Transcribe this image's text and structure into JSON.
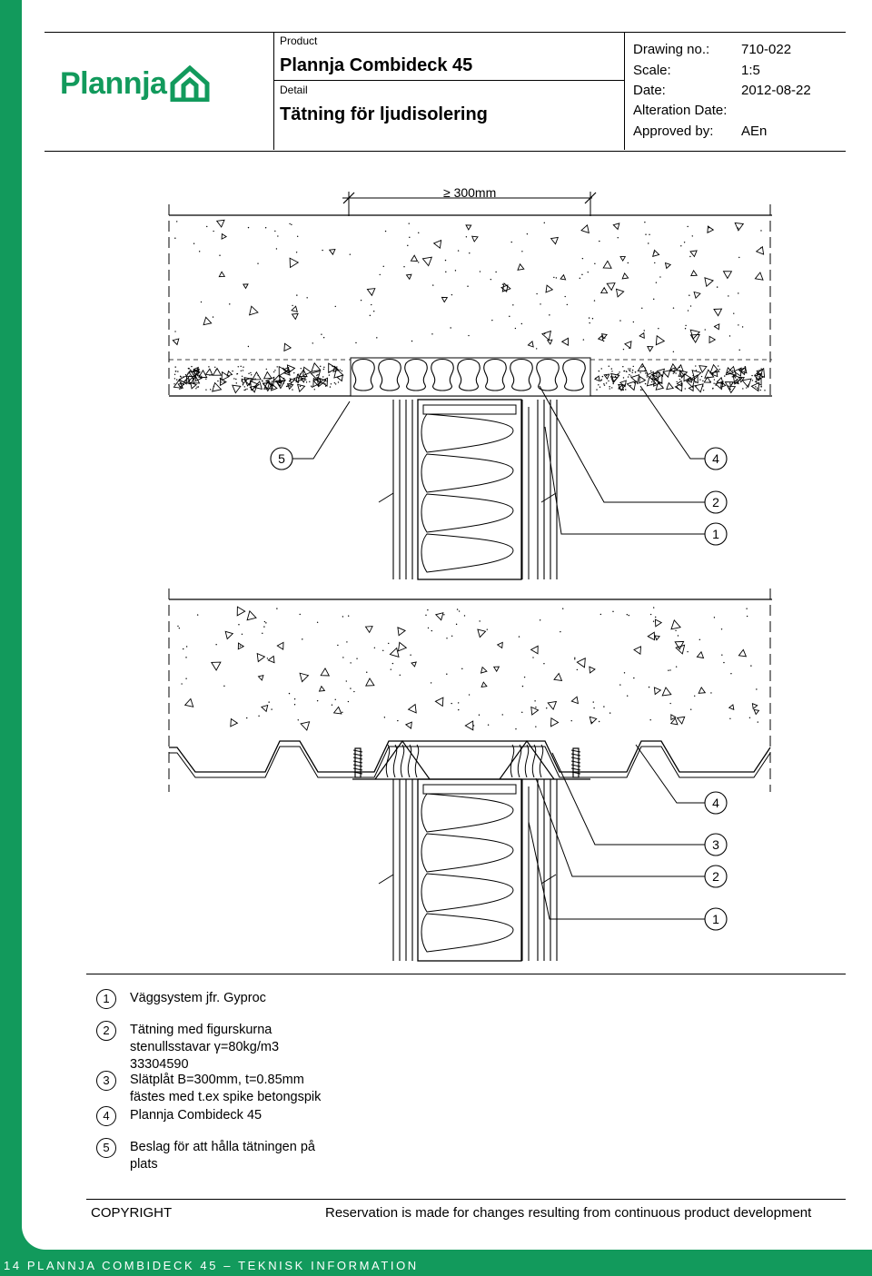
{
  "header": {
    "logo_text": "Plannja",
    "product_label": "Product",
    "product_name": "Plannja Combideck 45",
    "detail_label": "Detail",
    "detail_name": "Tätning för ljudisolering",
    "drawing_no_label": "Drawing no.:",
    "drawing_no": "710-022",
    "scale_label": "Scale:",
    "scale": "1:5",
    "date_label": "Date:",
    "date": "2012-08-22",
    "alteration_label": "Alteration Date:",
    "alteration": "",
    "approved_label": "Approved by:",
    "approved": "AEn"
  },
  "drawing": {
    "dimension": "≥ 300mm",
    "top_callouts": [
      "5",
      "4",
      "2",
      "1"
    ],
    "bottom_callouts": [
      "4",
      "3",
      "2",
      "1"
    ]
  },
  "legend": [
    {
      "num": "1",
      "lines": [
        "Väggsystem jfr. Gyproc"
      ]
    },
    {
      "num": "2",
      "lines": [
        "Tätning med figurskurna",
        "stenullsstavar γ=80kg/m3",
        "33304590"
      ]
    },
    {
      "num": "3",
      "lines": [
        "Slätplåt B=300mm, t=0.85mm",
        "fästes med t.ex spike betongspik"
      ]
    },
    {
      "num": "4",
      "lines": [
        "Plannja Combideck 45"
      ]
    },
    {
      "num": "5",
      "lines": [
        "Beslag för att hålla tätningen på",
        "plats"
      ]
    }
  ],
  "footer_notes": {
    "copyright": "COPYRIGHT",
    "reservation": "Reservation is made for changes resulting from continuous product development"
  },
  "page_footer": "14 PLANNJA COMBIDECK 45 – TEKNISK INFORMATION",
  "colors": {
    "brand_green": "#129a5c"
  }
}
